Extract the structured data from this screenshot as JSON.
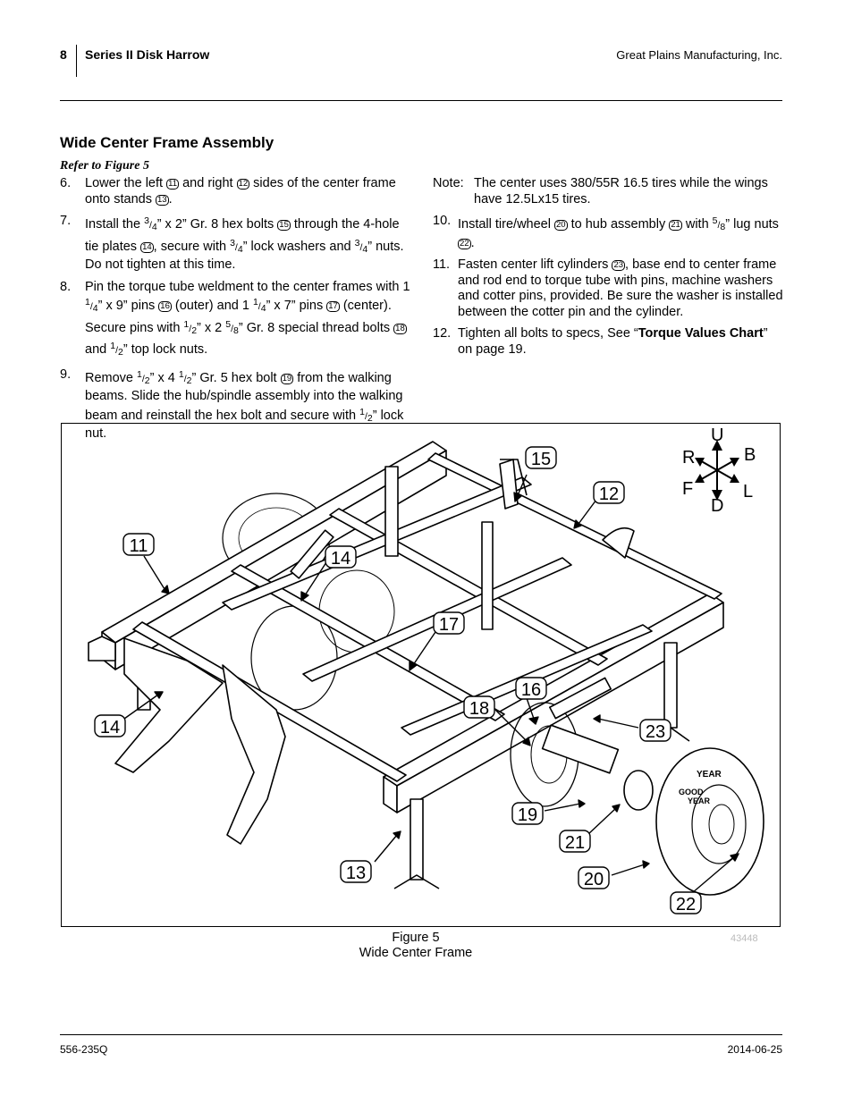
{
  "header": {
    "page_number": "8",
    "title": "Series II Disk Harrow",
    "company": "Great Plains Manufacturing, Inc."
  },
  "section": {
    "title": "Wide Center Frame Assembly",
    "refer": "Refer to Figure 5"
  },
  "steps": {
    "s6": {
      "n": "6.",
      "a": "Lower the left ",
      "c1": "11",
      "b": " and right ",
      "c2": "12",
      "c": " sides of the center frame onto stands ",
      "c3": "13",
      "d": "."
    },
    "s7": {
      "n": "7.",
      "a": "Install the ",
      "f1n": "3",
      "f1d": "4",
      "b": "” x 2” Gr. 8 hex bolts ",
      "c1": "15",
      "c": " through the 4-hole tie plates ",
      "c2": "14",
      "d": ", secure with ",
      "f2n": "3",
      "f2d": "4",
      "e": "” lock washers and ",
      "f3n": "3",
      "f3d": "4",
      "g": "” nuts. Do not tighten at this time."
    },
    "s8": {
      "n": "8.",
      "a": "Pin the torque tube weldment to the center frames with 1 ",
      "f1n": "1",
      "f1d": "4",
      "b": "” x 9” pins ",
      "c1": "16",
      "c": " (outer) and 1 ",
      "f2n": "1",
      "f2d": "4",
      "d": "” x 7” pins ",
      "c2": "17",
      "e": " (center). Secure pins with ",
      "f3n": "1",
      "f3d": "2",
      "g": "” x 2 ",
      "f4n": "5",
      "f4d": "8",
      "h": "” Gr. 8 special thread bolts ",
      "c3": "18",
      "i": " and ",
      "f5n": "1",
      "f5d": "2",
      "j": "” top lock nuts."
    },
    "s9": {
      "n": "9.",
      "a": "Remove ",
      "f1n": "1",
      "f1d": "2",
      "b": "” x 4 ",
      "f2n": "1",
      "f2d": "2",
      "c": "” Gr. 5 hex bolt ",
      "c1": "19",
      "d": " from the walking beams. Slide the hub/spindle assembly into the walking beam and reinstall the hex bolt and secure with ",
      "f3n": "1",
      "f3d": "2",
      "e": "” lock nut."
    },
    "note": {
      "n": "Note:",
      "t": "The center uses 380/55R 16.5 tires while the wings have 12.5Lx15 tires."
    },
    "s10": {
      "n": "10.",
      "a": "Install tire/wheel ",
      "c1": "20",
      "b": " to hub assembly ",
      "c2": "21",
      "c": " with ",
      "f1n": "5",
      "f1d": "8",
      "d": "” lug nuts ",
      "c3": "22",
      "e": "."
    },
    "s11": {
      "n": "11.",
      "a": "Fasten center lift cylinders ",
      "c1": "23",
      "b": ", base end to center frame and rod end to torque tube with pins, machine washers and cotter pins, provided. Be sure the washer is installed between the cotter pin and the cylinder."
    },
    "s12": {
      "n": "12.",
      "a": "Tighten all bolts to specs, See “",
      "bold": "Torque Values Chart",
      "b": "” on page 19."
    }
  },
  "figure": {
    "callouts": [
      "11",
      "12",
      "13",
      "14",
      "14",
      "15",
      "16",
      "17",
      "18",
      "19",
      "20",
      "21",
      "22",
      "23"
    ],
    "compass": {
      "up": "U",
      "down": "D",
      "right_dir": "R",
      "back": "B",
      "front": "F",
      "left_dir": "L"
    },
    "tire_text": [
      "YEAR",
      "GOOD",
      "YEAR"
    ],
    "caption_line1": "Figure 5",
    "caption_line2": "Wide Center Frame",
    "code": "43448"
  },
  "footer": {
    "doc_number": "556-235Q",
    "date": "2014-06-25"
  }
}
